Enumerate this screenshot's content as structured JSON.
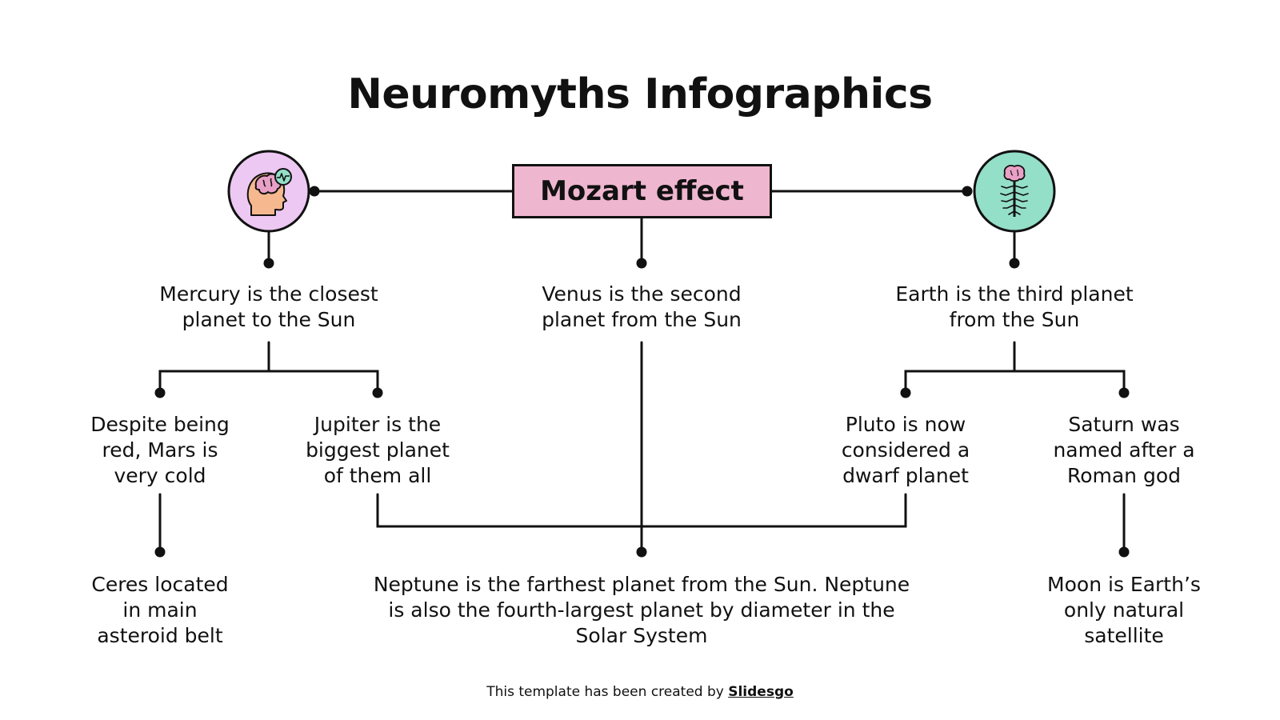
{
  "title": "Neuromyths Infographics",
  "center": {
    "label": "Mozart effect"
  },
  "icons": {
    "left": {
      "name": "head-brain-icon",
      "color": "#ecc8f2"
    },
    "right": {
      "name": "brain-spine-icon",
      "color": "#94dfc8"
    }
  },
  "nodes": {
    "mercury": "Mercury is the closest\nplanet to the Sun",
    "venus": "Venus is the second\nplanet from the Sun",
    "earth": "Earth is the third planet\nfrom the Sun",
    "mars": "Despite being\nred, Mars is\nvery cold",
    "jupiter": "Jupiter is the\nbiggest planet\nof them all",
    "pluto": "Pluto is now\nconsidered a\ndwarf planet",
    "saturn": "Saturn was\nnamed after a\nRoman god",
    "ceres": "Ceres located\nin main\nasteroid belt",
    "neptune": "Neptune is the farthest planet from the Sun. Neptune\nis also the fourth-largest planet by diameter in the\nSolar System",
    "moon": "Moon is Earth’s\nonly natural\nsatellite"
  },
  "footer": {
    "prefix": "This template has been created by",
    "brand": "Slidesgo"
  },
  "colors": {
    "line": "#111111",
    "center_box": "#efb6cf",
    "left_circle": "#ecc8f2",
    "right_circle": "#94dfc8"
  }
}
